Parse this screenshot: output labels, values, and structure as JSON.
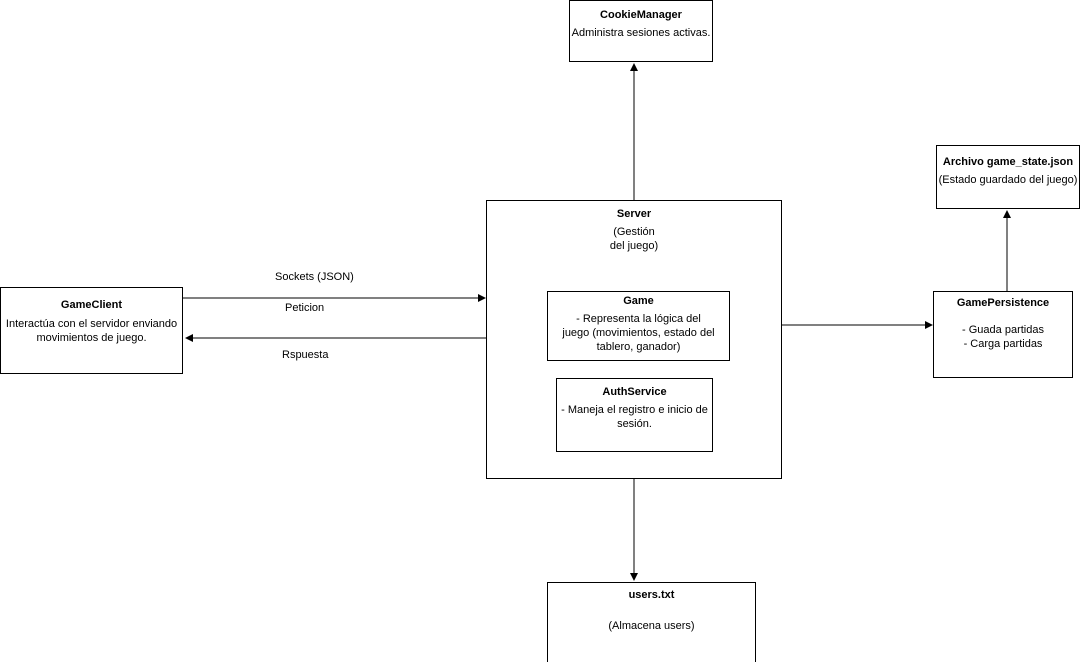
{
  "nodes": {
    "cookie_manager": {
      "title": "CookieManager",
      "desc": "Administra sesiones activas."
    },
    "archivo": {
      "title": "Archivo game_state.json",
      "desc": "(Estado guardado del juego)"
    },
    "server": {
      "title": "Server",
      "desc": "(Gestión\ndel juego)"
    },
    "game": {
      "title": "Game",
      "desc": "- Representa la lógica del\njuego (movimientos, estado del\ntablero, ganador)"
    },
    "auth_service": {
      "title": "AuthService",
      "desc": "- Maneja el registro e inicio de\nsesión."
    },
    "game_client": {
      "title": "GameClient",
      "desc": "Interactúa con el servidor enviando\nmovimientos de juego."
    },
    "game_persistence": {
      "title": "GamePersistence",
      "desc": "- Guada partidas\n- Carga partidas"
    },
    "users_txt": {
      "title": "users.txt",
      "desc": "(Almacena  users)"
    }
  },
  "edges": {
    "sockets_label": "Sockets (JSON)",
    "peticion_label": "Peticion",
    "respuesta_label": "Rspuesta"
  },
  "colors": {
    "stroke": "#000000",
    "background": "#ffffff"
  }
}
